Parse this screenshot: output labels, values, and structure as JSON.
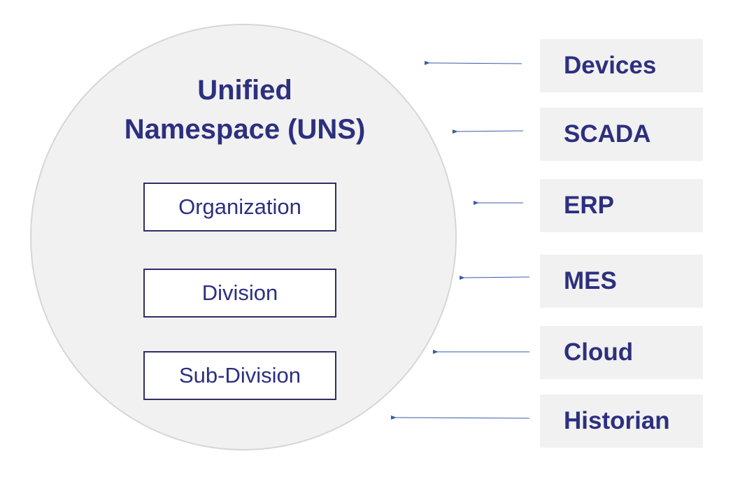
{
  "uns": {
    "title_line1": "Unified",
    "title_line2": "Namespace (UNS)",
    "levels": [
      "Organization",
      "Division",
      "Sub-Division"
    ]
  },
  "sources": [
    "Devices",
    "SCADA",
    "ERP",
    "MES",
    "Cloud",
    "Historian"
  ],
  "colors": {
    "text": "#2d2f7f",
    "arrow": "#3a5ba8",
    "circle_fill": "#f1f1f1",
    "box_fill": "#f1f1f1"
  }
}
